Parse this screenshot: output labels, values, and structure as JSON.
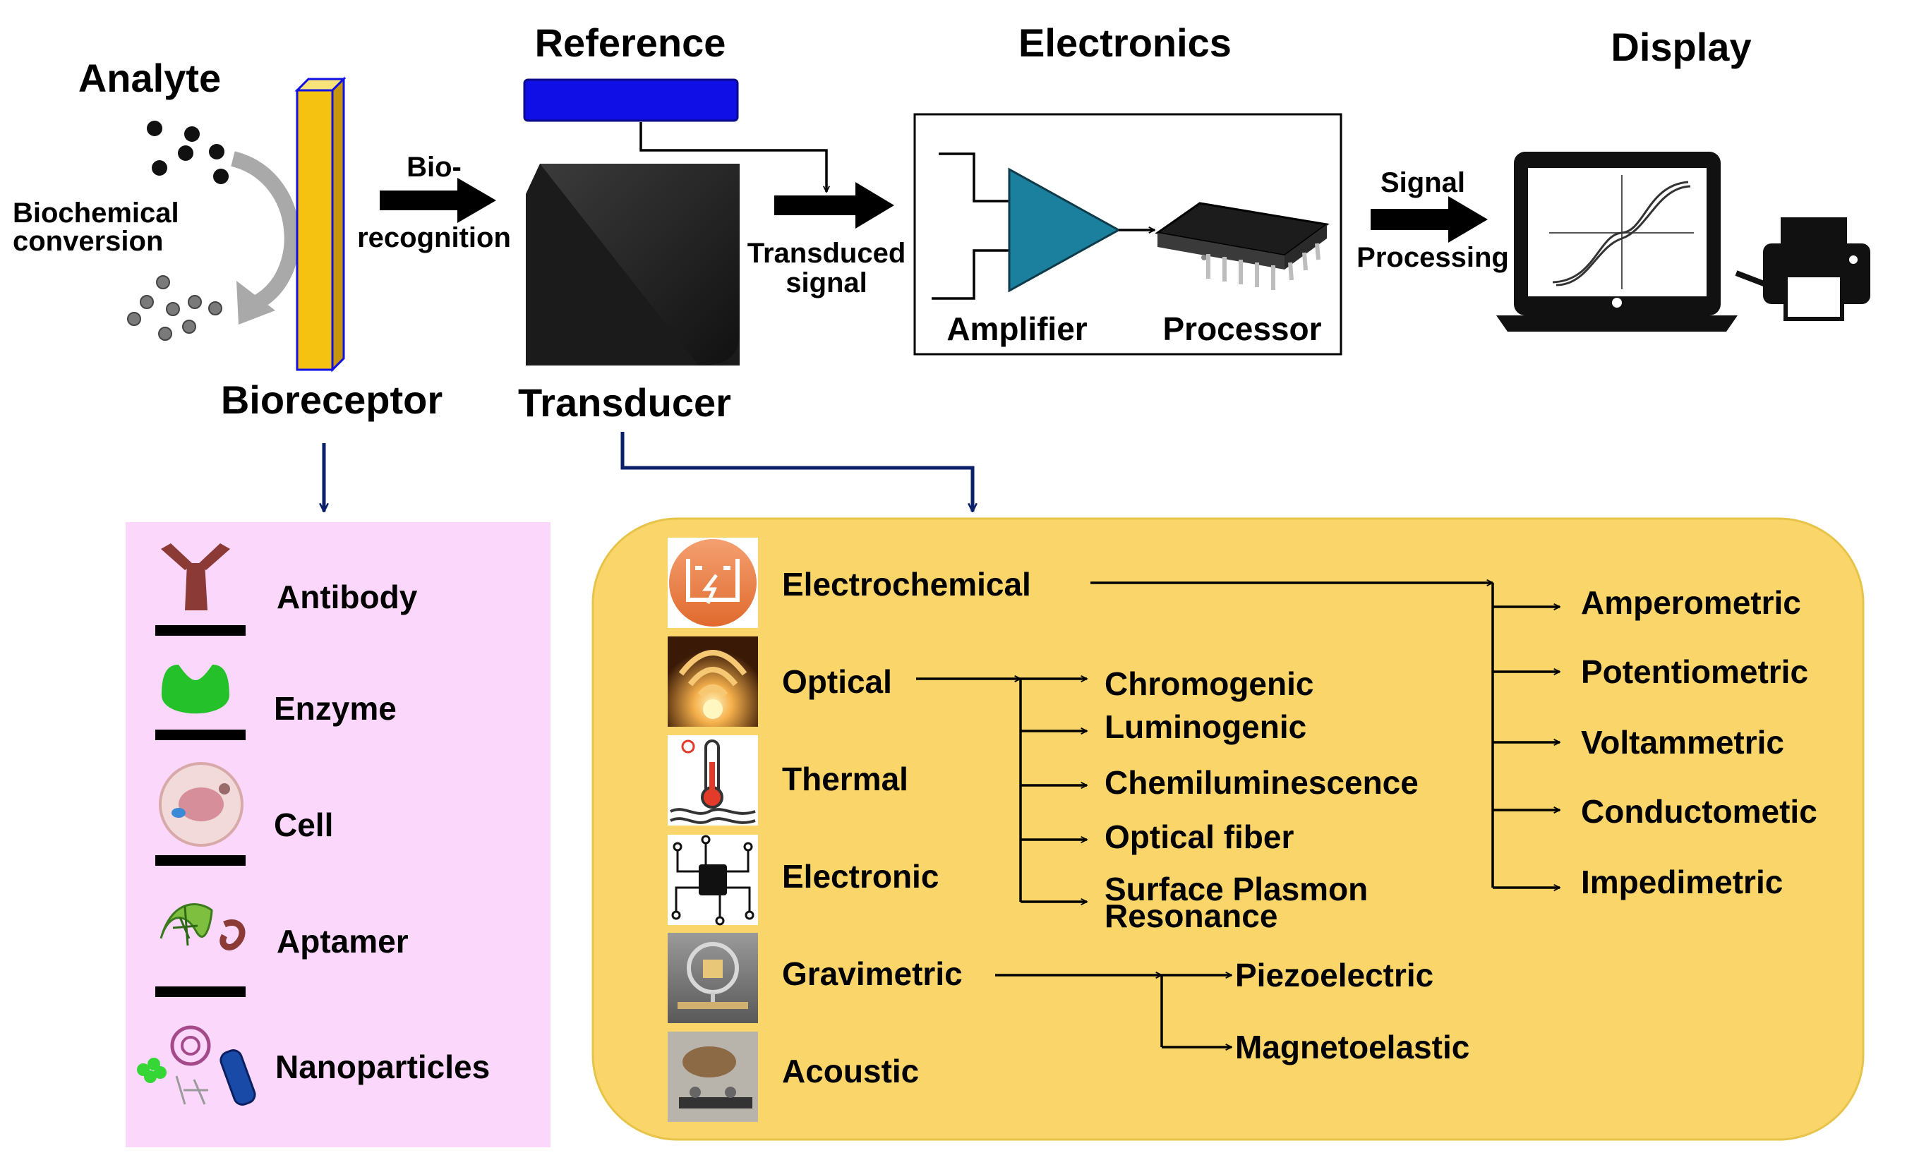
{
  "colors": {
    "bioreceptor_panel": "#fbd7fb",
    "transducer_panel": "#fad66a",
    "reference_bar": "#1010e6",
    "bioreceptor_bar": "#f5c211",
    "amplifier": "#1b7f9e",
    "arrow_navy": "#0b1f6b"
  },
  "headings": {
    "analyte": "Analyte",
    "reference": "Reference",
    "electronics": "Electronics",
    "display": "Display"
  },
  "flow": {
    "biochemical_line1": "Biochemical",
    "biochemical_line2": "conversion",
    "biorecog_line1": "Bio-",
    "biorecog_line2": "recognition",
    "transduced_line1": "Transduced",
    "transduced_line2": "signal",
    "signal_line1": "Signal",
    "signal_line2": "Processing",
    "bioreceptor": "Bioreceptor",
    "transducer": "Transducer",
    "amplifier": "Amplifier",
    "processor": "Processor"
  },
  "bioreceptors": [
    {
      "label": "Antibody",
      "icon": "antibody-icon"
    },
    {
      "label": "Enzyme",
      "icon": "enzyme-icon"
    },
    {
      "label": "Cell",
      "icon": "cell-icon"
    },
    {
      "label": "Aptamer",
      "icon": "aptamer-icon"
    },
    {
      "label": "Nanoparticles",
      "icon": "nanoparticles-icon"
    }
  ],
  "transducers": [
    {
      "label": "Electrochemical",
      "icon": "electrochemical-icon"
    },
    {
      "label": "Optical",
      "icon": "optical-icon"
    },
    {
      "label": "Thermal",
      "icon": "thermal-icon"
    },
    {
      "label": "Electronic",
      "icon": "electronic-icon"
    },
    {
      "label": "Gravimetric",
      "icon": "gravimetric-icon"
    },
    {
      "label": "Acoustic",
      "icon": "acoustic-icon"
    }
  ],
  "optical_types": [
    "Chromogenic",
    "Luminogenic",
    "Chemiluminescence",
    "Optical fiber",
    "Surface Plasmon",
    "Resonance"
  ],
  "electrochemical_types": [
    "Amperometric",
    "Potentiometric",
    "Voltammetric",
    "Conductometic",
    "Impedimetric"
  ],
  "gravimetric_types": [
    "Piezoelectric",
    "Magnetoelastic"
  ]
}
